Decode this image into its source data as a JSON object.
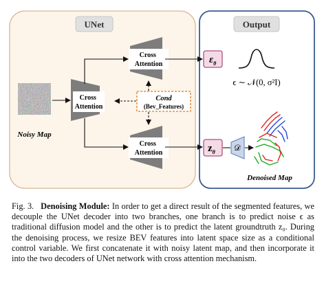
{
  "figure": {
    "unet_label": "UNet",
    "output_label": "Output",
    "noisy_map_label": "Noisy Map",
    "denoised_map_label": "Denoised Map",
    "encoder_label": [
      "Cross",
      "Attention"
    ],
    "decoder_top_label": [
      "Cross",
      "Attention"
    ],
    "decoder_bottom_label": [
      "Cross",
      "Attention"
    ],
    "cond_title": "Cond",
    "cond_sub": "(Bev_Features)",
    "epsilon_symbol": "ε",
    "epsilon_sub": "θ",
    "z_symbol": "z",
    "z_sub": "θ",
    "decoder_symbol": "𝒟",
    "formula": "ϵ ∼ 𝒩(0, σ²I)",
    "colors": {
      "unet_panel_fill": "#fdf4ea",
      "unet_panel_border": "#d9b695",
      "output_panel_border": "#3b5a8f",
      "block_fill": "#7d7d7d",
      "cond_border": "#e07a1f",
      "symbol_box_border": "#b0527a",
      "symbol_box_fill": "#f3dbe6",
      "decoder_fill": "#c9d6ea"
    }
  },
  "caption": {
    "fig_label": "Fig. 3.",
    "title": "Denoising Module:",
    "body": "In order to get a direct result of the segmented features, we decouple the UNet decoder into two branches, one branch is to predict noise ϵ as traditional diffusion model and the other is to predict the latent groundtruth z₀. During the denoising process, we resize BEV features into latent space size as a conditional control variable. We first concatenate it with noisy latent map, and then incorporate it into the two decoders of UNet network with cross attention mechanism."
  }
}
